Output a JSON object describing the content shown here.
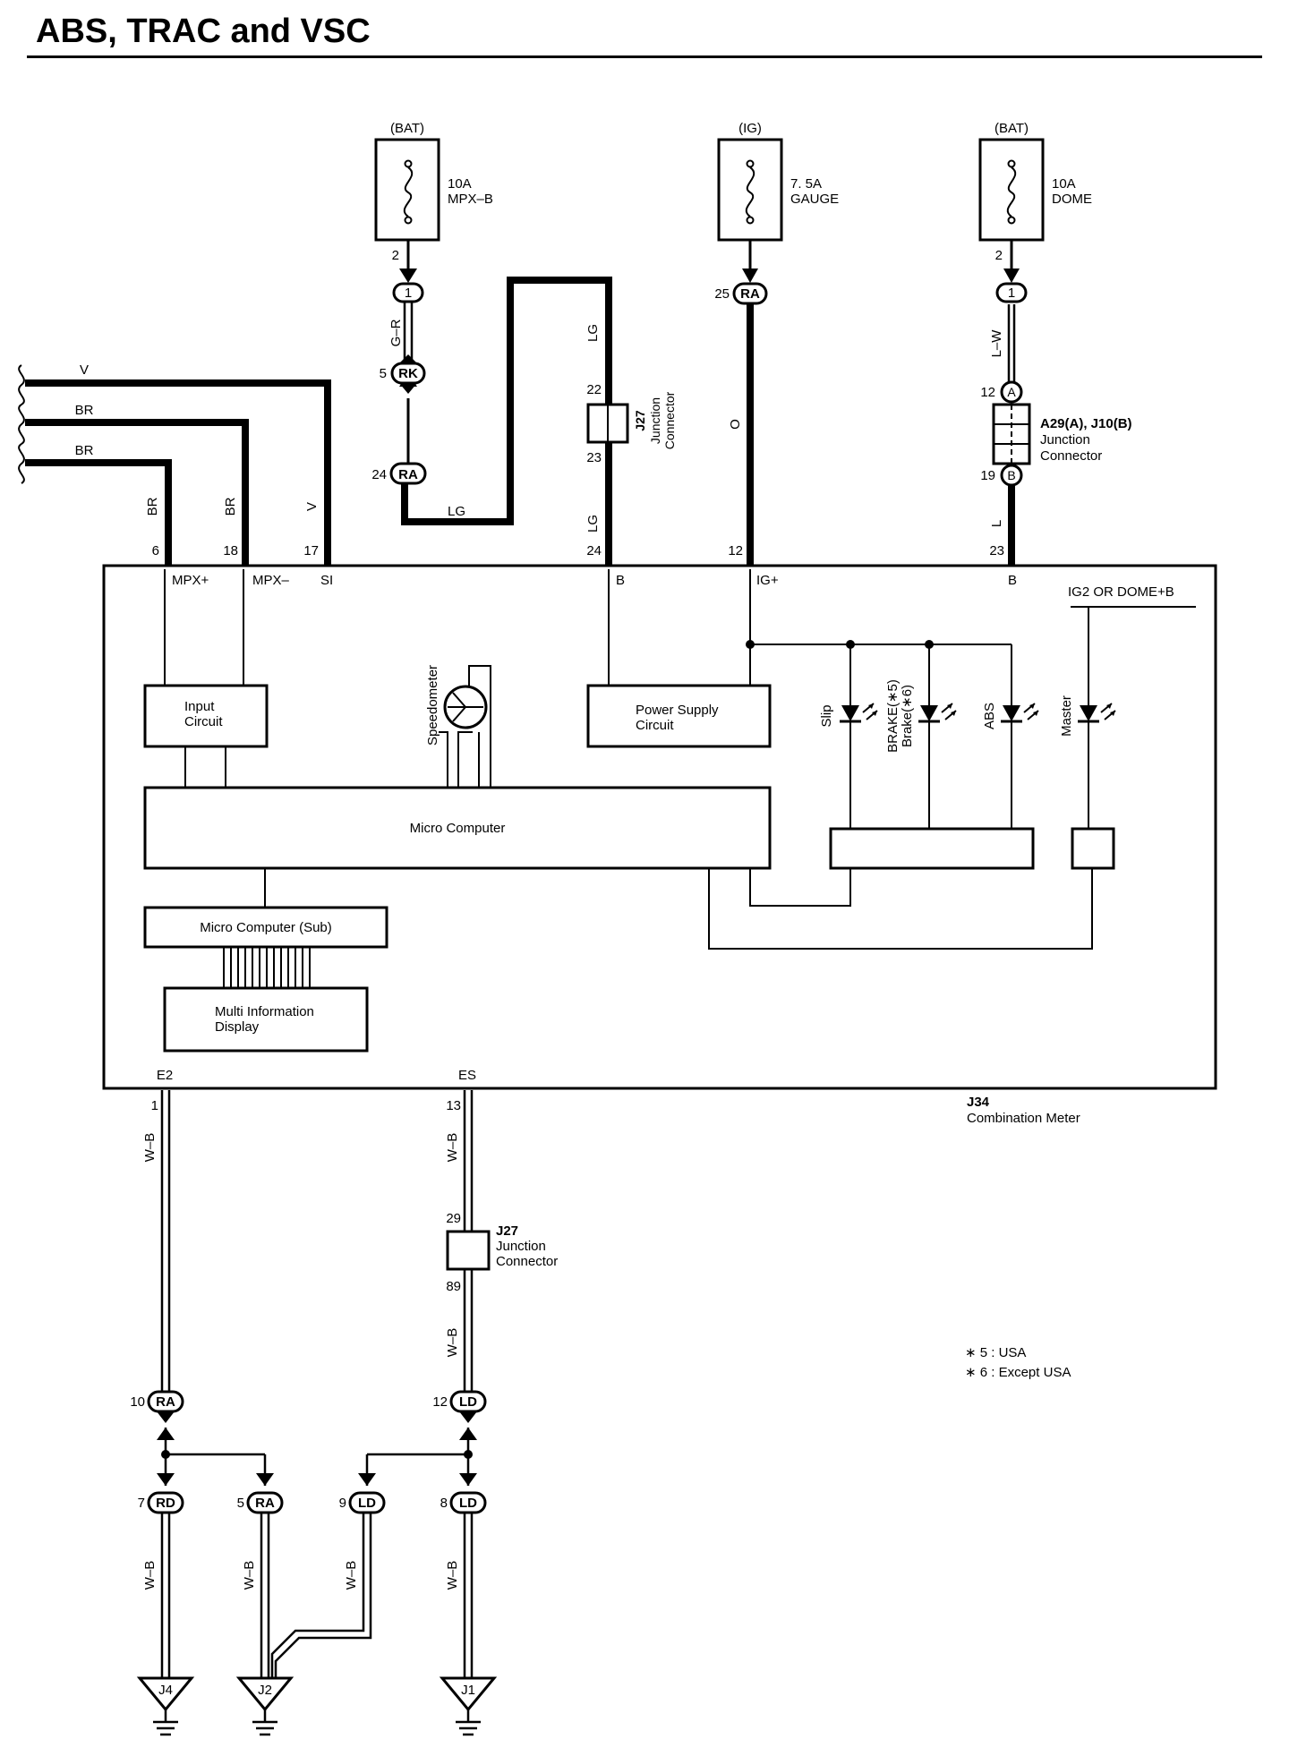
{
  "title": "ABS, TRAC and VSC",
  "sources": [
    {
      "supply": "(BAT)",
      "amp": "10A",
      "name": "MPX–B",
      "pin": "2"
    },
    {
      "supply": "(IG)",
      "amp": "7. 5A",
      "name": "GAUGE",
      "pin": ""
    },
    {
      "supply": "(BAT)",
      "amp": "10A",
      "name": "DOME",
      "pin": "2"
    }
  ],
  "connectors": {
    "c1": "1",
    "rk": "RK",
    "ra24": "RA",
    "ra25": "RA",
    "c1b": "1",
    "a": "A",
    "b": "B",
    "ra10": "RA",
    "ld12": "LD",
    "rd7": "RD",
    "ra5": "RA",
    "ld9": "LD",
    "ld8": "LD"
  },
  "pins": {
    "p2a": "2",
    "p5": "5",
    "p24": "24",
    "p25": "25",
    "p2b": "2",
    "p12a": "12",
    "p19": "19",
    "p22": "22",
    "p23a": "23",
    "p24b": "24",
    "p12b": "12",
    "p23b": "23",
    "p6": "6",
    "p18": "18",
    "p17": "17",
    "p1": "1",
    "p13": "13",
    "p29": "29",
    "p89": "89",
    "p10": "10",
    "p12c": "12",
    "p7": "7",
    "p5b": "5",
    "p9": "9",
    "p8": "8"
  },
  "wires": {
    "gr": "G–R",
    "lg1": "LG",
    "lg2": "LG",
    "lg3": "LG",
    "o": "O",
    "lw": "L–W",
    "l": "L",
    "v_top": "V",
    "br1": "BR",
    "br2": "BR",
    "br_v1": "BR",
    "br_v2": "BR",
    "v_v": "V",
    "wb1": "W–B",
    "wb2": "W–B",
    "wb3": "W–B",
    "wb4": "W–B",
    "wb5": "W–B",
    "wb6": "W–B",
    "wb7": "W–B"
  },
  "junctions": {
    "j27a_id": "J27",
    "j27a_l1": "Junction",
    "j27a_l2": "Connector",
    "a29_id": "A29(A), J10(B)",
    "a29_l1": "Junction",
    "a29_l2": "Connector",
    "j27b_id": "J27",
    "j27b_l1": "Junction",
    "j27b_l2": "Connector"
  },
  "meter": {
    "terminals": {
      "mpxp": "MPX+",
      "mpxm": "MPX–",
      "si": "SI",
      "b1": "B",
      "igp": "IG+",
      "b2": "B",
      "ig2": "IG2 OR DOME+B",
      "e2": "E2",
      "es": "ES"
    },
    "input_l1": "Input",
    "input_l2": "Circuit",
    "power_l1": "Power Supply",
    "power_l2": "Circuit",
    "speedometer": "Speedometer",
    "micro": "Micro Computer",
    "micro_sub": "Micro Computer (Sub)",
    "mid_l1": "Multi Information",
    "mid_l2": "Display",
    "lamps": {
      "slip": "Slip",
      "brake1": "BRAKE(∗5)",
      "brake2": "Brake(∗6)",
      "abs": "ABS",
      "master": "Master"
    },
    "id": "J34",
    "name": "Combination Meter"
  },
  "notes": {
    "n1": "∗ 5 : USA",
    "n2": "∗ 6 : Except USA"
  },
  "grounds": {
    "j4": "J4",
    "j2": "J2",
    "j1": "J1"
  }
}
